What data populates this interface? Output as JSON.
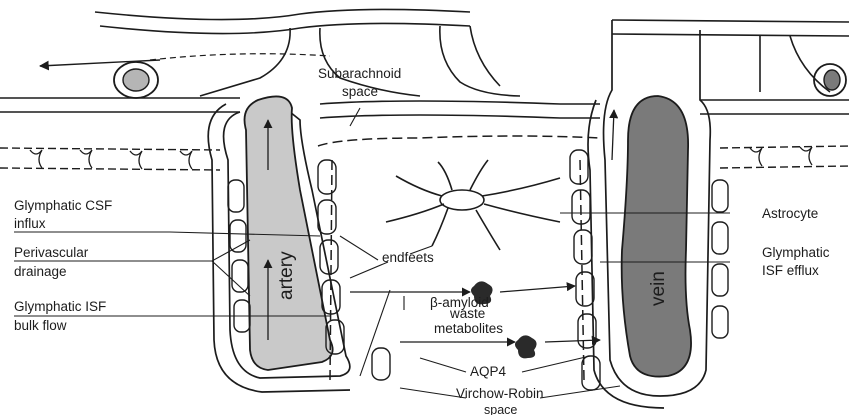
{
  "labels": {
    "subarachnoid_1": "Subarachnoid",
    "subarachnoid_2": "space",
    "glymphatic_csf_1": "Glymphatic CSF",
    "glymphatic_csf_2": "influx",
    "perivascular_1": "Perivascular",
    "perivascular_2": "drainage",
    "glymphatic_isf_bulk_1": "Glymphatic ISF",
    "glymphatic_isf_bulk_2": "bulk flow",
    "astrocyte": "Astrocyte",
    "glymphatic_isf_efflux_1": "Glymphatic",
    "glymphatic_isf_efflux_2": "ISF efflux",
    "endfeets": "endfeets",
    "beta_amyloid": "β-amyloid",
    "waste_1": "waste",
    "waste_2": "metabolites",
    "aqp4": "AQP4",
    "virchow_1": "Virchow-Robin",
    "virchow_2": "space",
    "artery": "artery",
    "vein": "vein"
  },
  "colors": {
    "line": "#1c1c1c",
    "artery_fill": "#c9c9c9",
    "vein_fill": "#7a7a7a",
    "vessel_small_fill": "#b5b5b5",
    "particle": "#2a2a2a"
  }
}
